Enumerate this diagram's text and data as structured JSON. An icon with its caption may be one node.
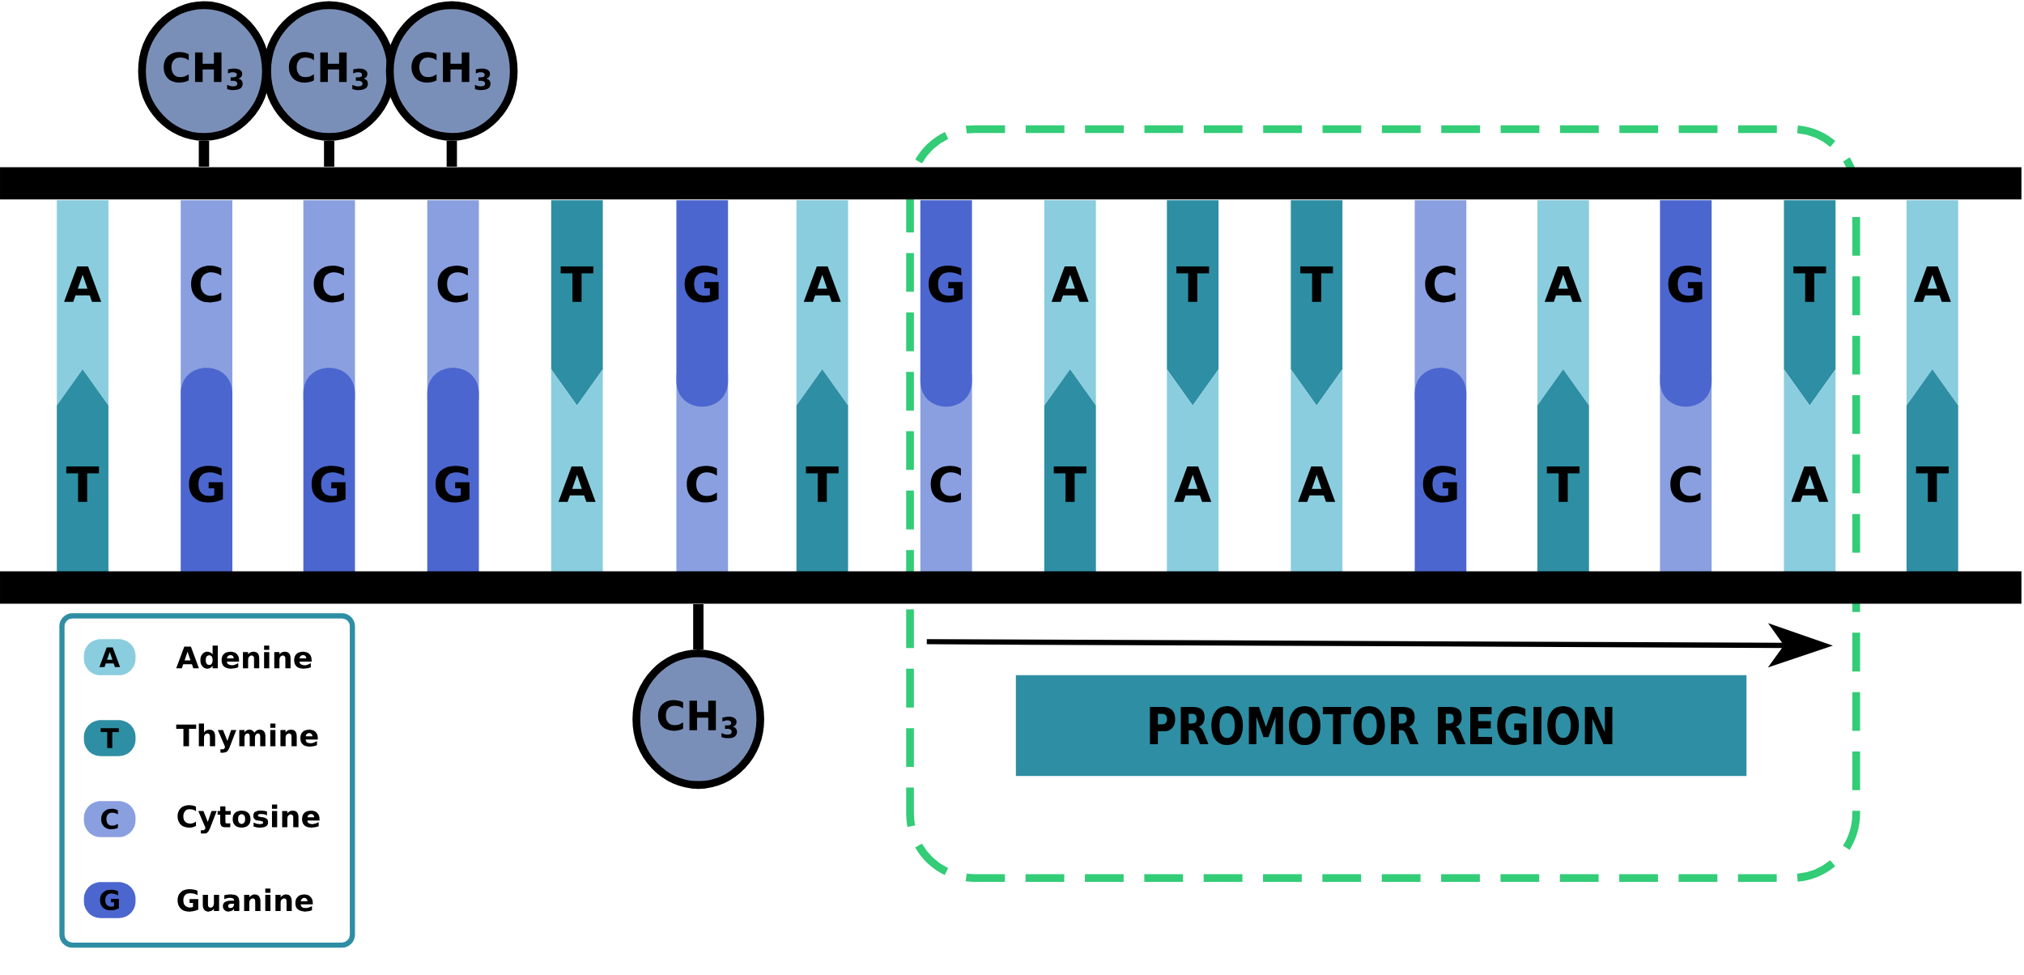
{
  "diagram": {
    "nodes": [
      {
        "text": [
          "CH$_{3}$"
        ]
      },
      {
        "text": [
          "CH$_{3}$"
        ]
      },
      {
        "text": [
          "CH$_{3}$"
        ]
      },
      {
        "text": [],
        "shape": "bar"
      },
      {
        "text": [
          "A"
        ]
      },
      {
        "text": [
          "C"
        ]
      },
      {
        "text": [
          "C"
        ]
      },
      {
        "text": [
          "C"
        ]
      },
      {
        "text": [
          "T"
        ]
      },
      {
        "text": [
          "G"
        ]
      },
      {
        "text": [
          "A"
        ]
      },
      {
        "text": [
          "G"
        ]
      },
      {
        "text": [
          "A"
        ]
      },
      {
        "text": [
          "T"
        ]
      },
      {
        "text": [
          "T"
        ]
      },
      {
        "text": [
          "C"
        ]
      },
      {
        "text": [
          "A"
        ]
      },
      {
        "text": [
          "G"
        ]
      },
      {
        "text": [
          "T"
        ]
      },
      {
        "text": [
          "A"
        ]
      },
      {
        "text": [
          "T"
        ]
      },
      {
        "text": [
          "G"
        ]
      },
      {
        "text": [
          "G"
        ]
      },
      {
        "text": [
          "G"
        ]
      },
      {
        "text": [
          "A"
        ]
      },
      {
        "text": [
          "C"
        ]
      },
      {
        "text": [
          "T"
        ]
      },
      {
        "text": [
          "C"
        ]
      },
      {
        "text": [
          "T"
        ]
      },
      {
        "text": [
          "A"
        ]
      },
      {
        "text": [
          "A"
        ]
      },
      {
        "text": [
          "G"
        ]
      },
      {
        "text": [
          "T"
        ]
      },
      {
        "text": [
          "C"
        ]
      },
      {
        "text": [
          "A"
        ]
      },
      {
        "text": [
          "T"
        ]
      },
      {
        "text": [],
        "shape": "bar"
      },
      {
        "text": [
          "CH$_{3}$"
        ]
      },
      {
        "text": [
          "PROMOTOR REGION"
        ]
      }
    ],
    "edges": [
      {
        "from": 0,
        "to": 3,
        "arrow": "none"
      },
      {
        "from": 1,
        "to": 3,
        "arrow": "none"
      },
      {
        "from": 2,
        "to": 3,
        "arrow": "none"
      },
      {
        "from": 36,
        "to": 37,
        "arrow": "none"
      }
    ],
    "labels": [
      "A",
      "T",
      "C",
      "G"
    ],
    "legend": [
      {
        "text": "Adenine",
        "color": "#8acddf"
      },
      {
        "text": "Thymine",
        "color": "#2e8ea3"
      },
      {
        "text": "Cytosine",
        "color": "#8a9fe0"
      },
      {
        "text": "Guanine",
        "color": "#4c66cf"
      }
    ]
  }
}
